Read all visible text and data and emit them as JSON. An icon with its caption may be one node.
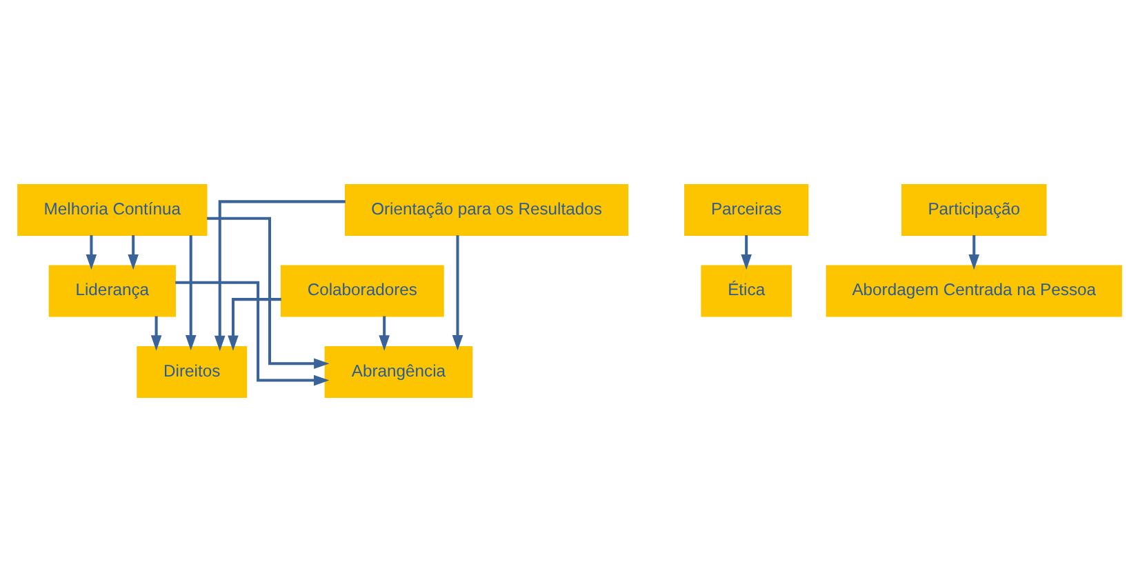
{
  "diagram": {
    "nodes": [
      {
        "text": [
          "Melhoria Contínua"
        ]
      },
      {
        "text": [
          "Direitos"
        ]
      },
      {
        "text": [
          "Ética"
        ]
      },
      {
        "text": [
          "Liderança"
        ]
      },
      {
        "text": [
          "Colaboradores"
        ]
      },
      {
        "text": [
          "Parceiras"
        ]
      },
      {
        "text": [
          "Participação"
        ]
      },
      {
        "text": [
          "Orientação para os Resultados"
        ]
      },
      {
        "text": [
          "Abordagem Centrada na Pessoa"
        ]
      },
      {
        "text": [
          "Abrangência"
        ]
      }
    ],
    "edges": [
      {
        "from": 0,
        "to": 1,
        "arrow": "to"
      },
      {
        "from": 0,
        "to": 3,
        "arrow": "to"
      },
      {
        "from": 0,
        "to": 3,
        "arrow": "to"
      },
      {
        "from": 0,
        "to": 9,
        "arrow": "to"
      },
      {
        "from": 3,
        "to": 1,
        "arrow": "to"
      },
      {
        "from": 3,
        "to": 9,
        "arrow": "to"
      },
      {
        "from": 4,
        "to": 1,
        "arrow": "to"
      },
      {
        "from": 4,
        "to": 9,
        "arrow": "to"
      },
      {
        "from": 7,
        "to": 1,
        "arrow": "to"
      },
      {
        "from": 7,
        "to": 9,
        "arrow": "to"
      },
      {
        "from": 5,
        "to": 2,
        "arrow": "to"
      },
      {
        "from": 6,
        "to": 8,
        "arrow": "to"
      }
    ]
  }
}
